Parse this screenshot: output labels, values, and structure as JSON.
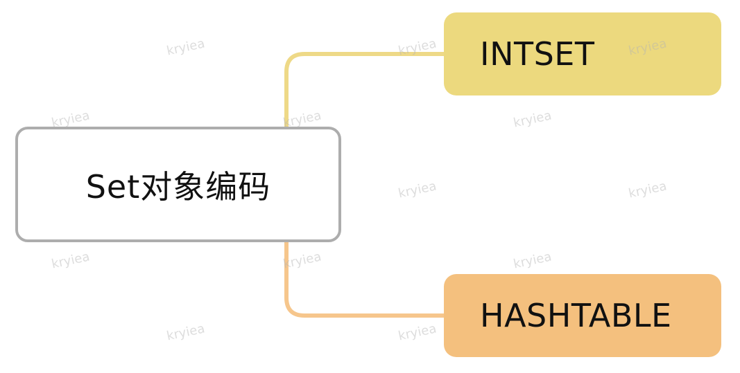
{
  "diagram": {
    "root": {
      "label": "Set对象编码"
    },
    "children": [
      {
        "label": "INTSET",
        "color": "#ecd97e",
        "connector_color": "#eed987"
      },
      {
        "label": "HASHTABLE",
        "color": "#f4c07e",
        "connector_color": "#f6c68c"
      }
    ],
    "root_border_color": "#adadad"
  },
  "watermark": {
    "text": "kryiea"
  }
}
